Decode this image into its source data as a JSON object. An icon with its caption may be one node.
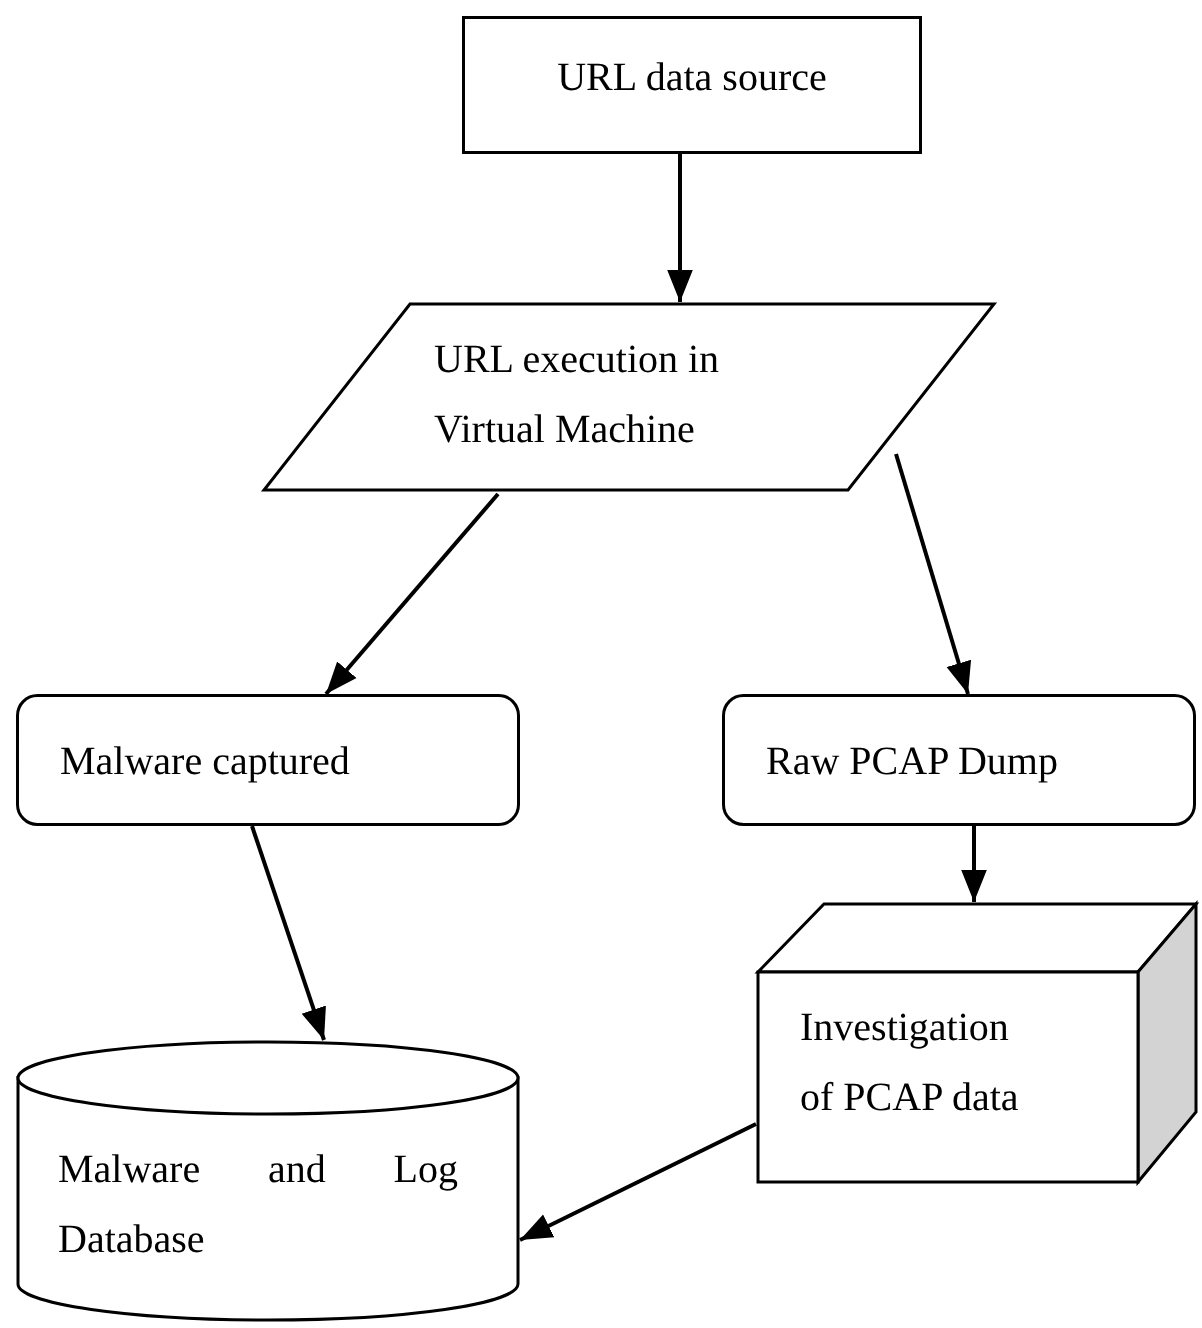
{
  "diagram": {
    "nodes": [
      {
        "text": [
          "URL data source"
        ]
      },
      {
        "text": [
          "URL execution in Virtual Machine"
        ]
      },
      {
        "text": [
          "Malware captured"
        ]
      },
      {
        "text": [
          "Raw PCAP Dump"
        ]
      },
      {
        "text": [
          "Investigation of PCAP data"
        ]
      },
      {
        "text": [
          "Malware and Log Database"
        ]
      }
    ],
    "edges": [
      {
        "from": 0,
        "to": 1,
        "arrow": "to"
      },
      {
        "from": 1,
        "to": 2,
        "arrow": "to"
      },
      {
        "from": 1,
        "to": 3,
        "arrow": "to"
      },
      {
        "from": 2,
        "to": 5,
        "arrow": "to"
      },
      {
        "from": 3,
        "to": 4,
        "arrow": "to"
      },
      {
        "from": 4,
        "to": 5,
        "arrow": "to"
      }
    ]
  }
}
